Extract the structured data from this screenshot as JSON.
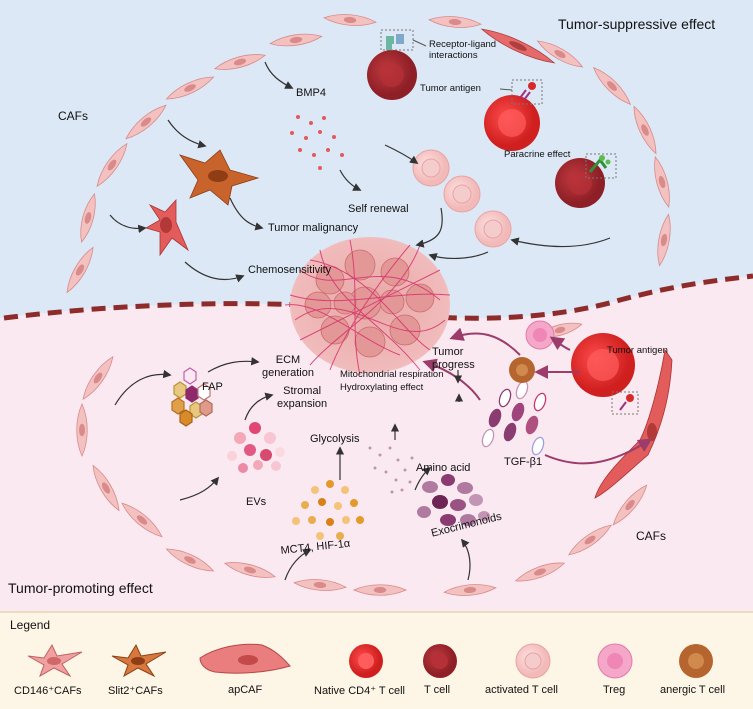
{
  "regions": {
    "top_title": "Tumor-suppressive effect",
    "bottom_title": "Tumor-promoting effect"
  },
  "colors": {
    "top_bg": "#dce8f5",
    "bottom_bg": "#fbe9f2",
    "legend_bg": "#fdf6e6",
    "caf_pink": "#f2b3b5",
    "caf_red": "#e35c5c",
    "slit2_orange": "#c8632c",
    "native_cd4": "#e62b2b",
    "t_cell": "#a8262e",
    "activated_t": "#f4c6c6",
    "treg": "#ee86b2",
    "anergic": "#b5652d",
    "dash": "#8e2b2b"
  },
  "top_labels": {
    "cafs": "CAFs",
    "bmp4": "BMP4",
    "receptor": "Receptor-ligand\ninteractions",
    "tumor_antigen": "Tumor antigen",
    "paracrine": "Paracrine effect",
    "self_renewal": "Self renewal",
    "malignancy": "Tumor malignancy",
    "chemo": "Chemosensitivity"
  },
  "bottom_labels": {
    "fap": "FAP",
    "ecm": "ECM\ngeneration",
    "stromal": "Stromal\nexpansion",
    "evs": "EVs",
    "glycolysis": "Glycolysis",
    "mito": "Mitochondrial respiration",
    "hydroxy": "Hydroxylating effect",
    "amino": "Amino acid",
    "tumor_progress": "Tumor\nprogress",
    "tgf": "TGF-β1",
    "tumor_antigen2": "Tumor antigen",
    "cafs2": "CAFs",
    "mct4": "MCT4, HIF-1α",
    "exocrimonoids": "Exocrimonoids"
  },
  "legend": {
    "title": "Legend",
    "items": [
      {
        "label": "CD146⁺CAFs",
        "icon": "cd146-caf-icon"
      },
      {
        "label": "Slit2⁺CAFs",
        "icon": "slit2-caf-icon"
      },
      {
        "label": "apCAF",
        "icon": "apcaf-icon"
      },
      {
        "label": "Native CD4⁺ T cell",
        "icon": "native-cd4-icon"
      },
      {
        "label": "T cell",
        "icon": "t-cell-icon"
      },
      {
        "label": "activated T cell",
        "icon": "activated-t-icon"
      },
      {
        "label": "Treg",
        "icon": "treg-icon"
      },
      {
        "label": "anergic T cell",
        "icon": "anergic-t-icon"
      }
    ]
  }
}
